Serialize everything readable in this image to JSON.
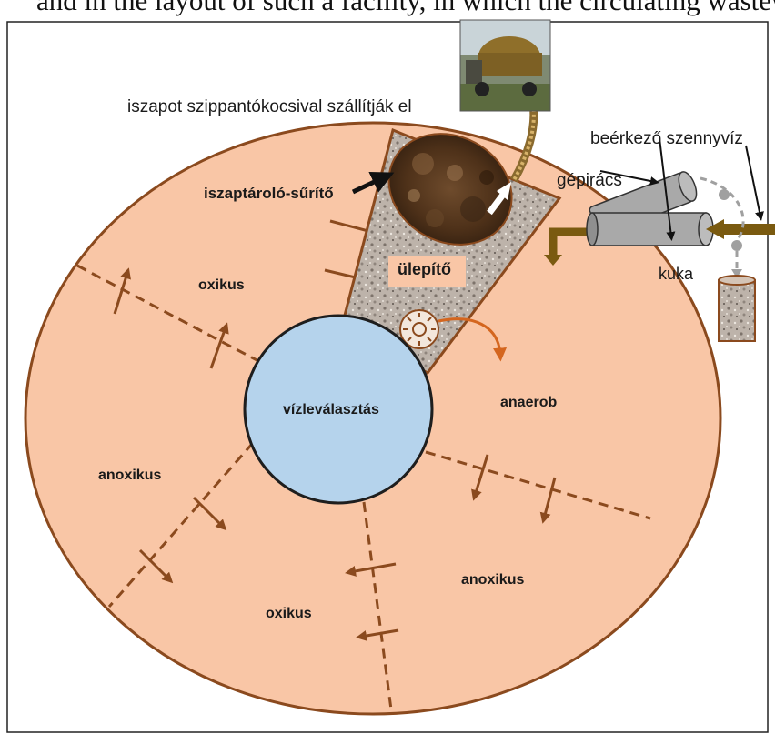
{
  "caption_fragment": "and in the layout of such a facility, in which the circulating wastewater gradually reaches",
  "labels": {
    "truck_caption": "iszapot szippantókocsival szállítják el",
    "sludge_storage": "iszaptároló-sűrítő",
    "settler": "ülepítő",
    "incoming_wastewater": "beérkező szennyvíz",
    "screen": "gépirács",
    "bin": "kuka",
    "oxic_top": "oxikus",
    "anaerobic": "anaerob",
    "anoxic_left": "anoxikus",
    "anoxic_right": "anoxikus",
    "oxic_bottom": "oxikus",
    "water_separation": "vízleválasztás"
  },
  "colors": {
    "basin_fill": "#f9c6a6",
    "basin_stroke": "#8b4a1e",
    "divider": "#8b4a1e",
    "center_fill": "#b5d3ec",
    "center_stroke": "#1e1e1e",
    "gravel": "#b9afa6",
    "sludge": "#5a3820",
    "pipe_gray": "#a9a9a9",
    "inflow_brown": "#7a5a10",
    "orange_outflow": "#d4661f"
  },
  "icons": [
    "truck-photo",
    "fan-pump-icon",
    "screen-bin-icon"
  ]
}
